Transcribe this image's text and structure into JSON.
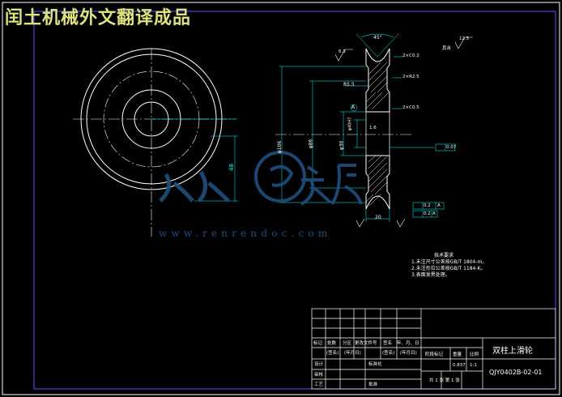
{
  "header": {
    "title": "闰土机械外文翻译成品"
  },
  "watermark": {
    "url": "www.renrendoc.com"
  },
  "drawing": {
    "dims": {
      "angle": "45°",
      "chamfer_top": "2×C0.2",
      "radius": "2×R2.5",
      "radius_inner": "R5.5",
      "chamfer_mid": "2×C0.5",
      "rough_left": "6.3",
      "rough_right": "12.5",
      "rough_rest": "其余",
      "dia_106": "φ106",
      "dia_86": "φ86",
      "dia_30": "φ30",
      "dia_40": "φ40H7",
      "width_20": "20",
      "hole_48": "48",
      "datum": "A",
      "dim_16": "1.6",
      "tol_007": "0.07",
      "tol_02": "0.2",
      "tol_02a": "A",
      "tol_02b": "0.2",
      "tol_02ba": "A"
    },
    "notes": {
      "title": "技术要求",
      "lines": [
        "1.未注尺寸公差按GB/T 1804-m。",
        "2.未注形位公差按GB/T 1184-K。",
        "3.表面发黑处理。"
      ]
    }
  },
  "title_block": {
    "part_name": "双柱上滑轮",
    "drawing_no": "QJY0402B-02-01",
    "row1": [
      "标记",
      "处数",
      "分区",
      "更改文件号",
      "签名",
      "年、月、日"
    ],
    "row2": [
      "(签名)",
      "(年月日)",
      "(签名)",
      "(年月日)"
    ],
    "labels": {
      "design": "设计",
      "std": "标准化",
      "review": "审核",
      "process": "工艺",
      "approve": "批准",
      "stage": "阶段标记",
      "weight": "重量",
      "scale": "比例"
    },
    "weight_val": "0.837",
    "scale_val": "1:1",
    "sheets": "共 1 张   第 1 张"
  },
  "colors": {
    "line": "#ffffff",
    "dim": "#00ffff",
    "frame": "#5555ff",
    "center": "#ffffff",
    "title": "#dde27e",
    "watermark": "#1e4f7d"
  }
}
